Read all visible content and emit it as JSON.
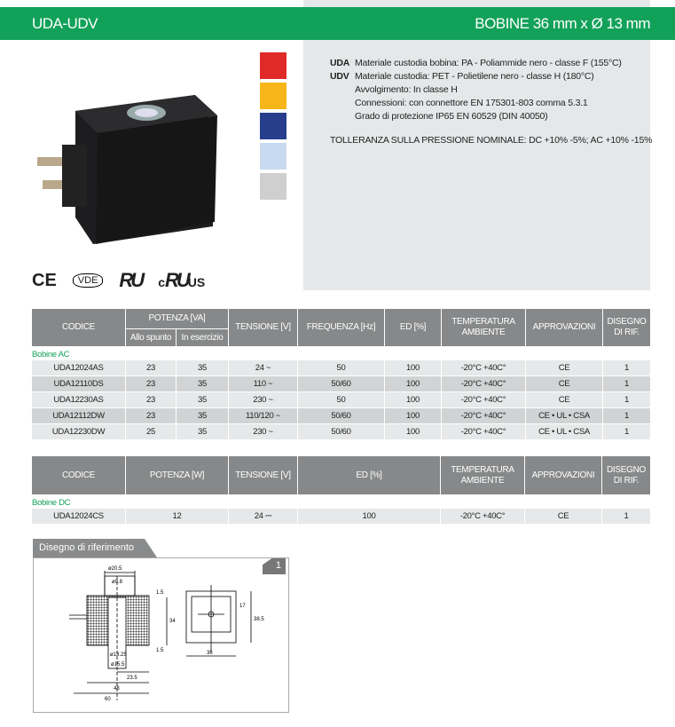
{
  "header": {
    "series": "UDA-UDV",
    "title": "BOBINE 36 mm x Ø 13 mm"
  },
  "specs": {
    "lines": [
      {
        "code": "UDA",
        "text": "Materiale custodia bobina: PA - Poliammide nero - classe F (155°C)"
      },
      {
        "code": "UDV",
        "text": "Materiale custodia: PET - Polietilene nero - classe H (180°C)"
      },
      {
        "code": "",
        "text": "Avvolgimento: In classe H"
      },
      {
        "code": "",
        "text": "Connessioni: con connettore EN 175301-803 comma 5.3.1"
      },
      {
        "code": "",
        "text": "Grado di protezione IP65 EN 60529 (DIN 40050)"
      }
    ],
    "tolerance": "TOLLERANZA SULLA PRESSIONE NOMINALE: DC +10% -5%; AC +10% -15%"
  },
  "application_icons": [
    "chemical-icon",
    "gas-icon",
    "water-icon",
    "air-icon",
    "building-icon"
  ],
  "certifications": {
    "ce": "CE",
    "vde": "VDE",
    "ur": "RU",
    "cur_c": "c",
    "cur_us": "US"
  },
  "colors": {
    "green": "#12a159",
    "header_gray": "#878889"
  },
  "table_ac": {
    "headers": {
      "codice": "CODICE",
      "potenza": "POTENZA [VA]",
      "allo": "Allo spunto",
      "eserc": "In esercizio",
      "tensione": "TENSIONE [V]",
      "freq": "FREQUENZA [Hz]",
      "ed": "ED [%]",
      "temp1": "TEMPERATURA",
      "temp2": "AMBIENTE",
      "appr": "APPROVAZIONI",
      "dis1": "DISEGNO",
      "dis2": "DI RIF."
    },
    "group": "Bobine AC",
    "rows": [
      [
        "UDA12024AS",
        "23",
        "35",
        "24 ~",
        "50",
        "100",
        "-20°C +40C°",
        "CE",
        "1"
      ],
      [
        "UDA12110DS",
        "23",
        "35",
        "110 ~",
        "50/60",
        "100",
        "-20°C +40C°",
        "CE",
        "1"
      ],
      [
        "UDA12230AS",
        "23",
        "35",
        "230 ~",
        "50",
        "100",
        "-20°C +40C°",
        "CE",
        "1"
      ],
      [
        "UDA12112DW",
        "23",
        "35",
        "110/120 ~",
        "50/60",
        "100",
        "-20°C +40C°",
        "CE • UL • CSA",
        "1"
      ],
      [
        "UDA12230DW",
        "25",
        "35",
        "230 ~",
        "50/60",
        "100",
        "-20°C +40C°",
        "CE • UL • CSA",
        "1"
      ]
    ]
  },
  "table_dc": {
    "headers": {
      "codice": "CODICE",
      "potenza": "POTENZA [W]",
      "tensione": "TENSIONE [V]",
      "ed": "ED [%]",
      "temp1": "TEMPERATURA",
      "temp2": "AMBIENTE",
      "appr": "APPROVAZIONI",
      "dis1": "DISEGNO",
      "dis2": "DI RIF."
    },
    "group": "Bobine DC",
    "rows": [
      [
        "UDA12024CS",
        "12",
        "24 ⎓",
        "100",
        "-20°C +40C°",
        "CE",
        "1"
      ]
    ]
  },
  "drawing": {
    "title": "Disegno di riferimento",
    "number": "1",
    "dims": {
      "d205": "ø20.5",
      "d98": "ø9.8",
      "d1325": "ø13.25",
      "d155": "ø15.5",
      "h34": "34",
      "h15a": "1.5",
      "h15b": "1.5",
      "w235": "23.5",
      "w48": "48",
      "w60": "60",
      "w36": "36",
      "h17": "17",
      "h385": "38.5"
    }
  }
}
